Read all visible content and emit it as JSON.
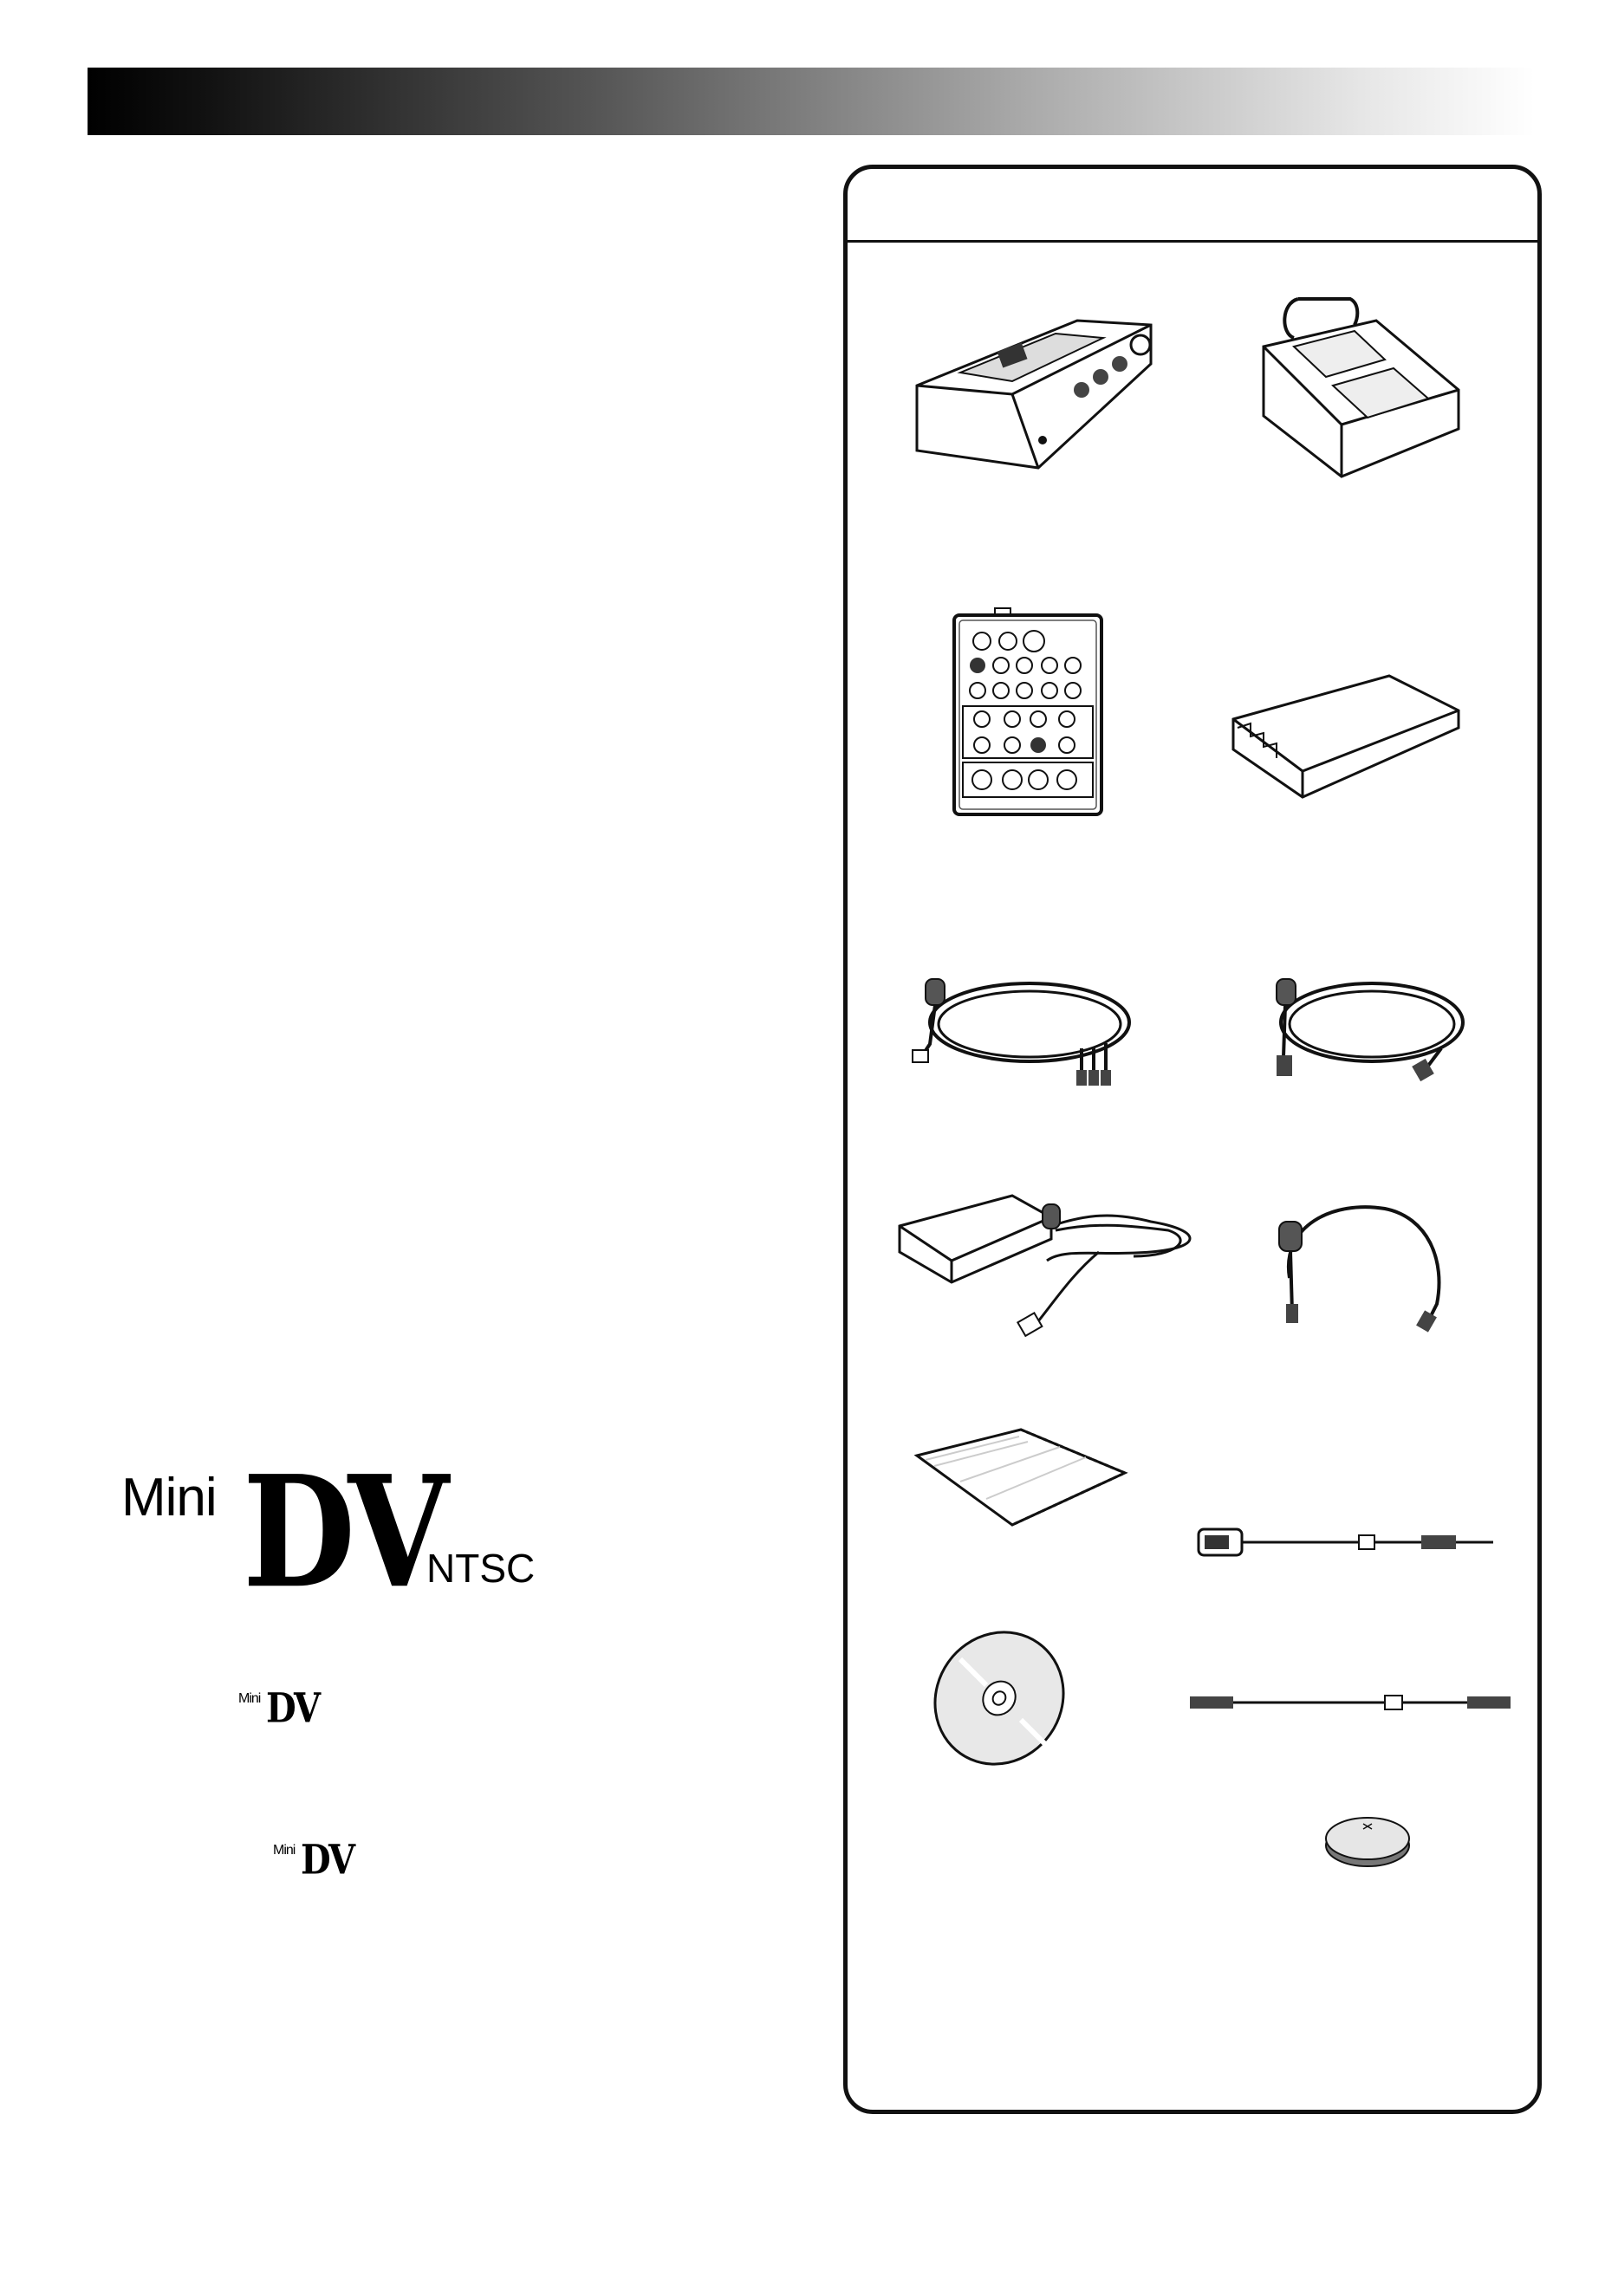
{
  "header": {
    "bar_gradient": [
      "#000000",
      "#ffffff"
    ]
  },
  "logos": {
    "large": {
      "mini": "Mini",
      "dv": "DV",
      "ntsc": "NTSC"
    },
    "small_1": {
      "mini": "Mini",
      "dv": "DV"
    },
    "small_2": {
      "mini": "Mini",
      "dv": "DV"
    }
  },
  "accessories_panel": {
    "title": "",
    "items": [
      {
        "icon": "docking-station-icon"
      },
      {
        "icon": "battery-charger-icon"
      },
      {
        "icon": "remote-control-icon"
      },
      {
        "icon": "battery-pack-icon"
      },
      {
        "icon": "av-cable-icon"
      },
      {
        "icon": "s-video-cable-icon"
      },
      {
        "icon": "dc-cord-adapter-icon"
      },
      {
        "icon": "power-cord-icon"
      },
      {
        "icon": "cleaning-cloth-icon"
      },
      {
        "icon": "pc-connection-cable-icon"
      },
      {
        "icon": "cd-rom-icon"
      },
      {
        "icon": "editing-cable-icon"
      },
      {
        "icon": "lithium-battery-icon"
      }
    ]
  }
}
